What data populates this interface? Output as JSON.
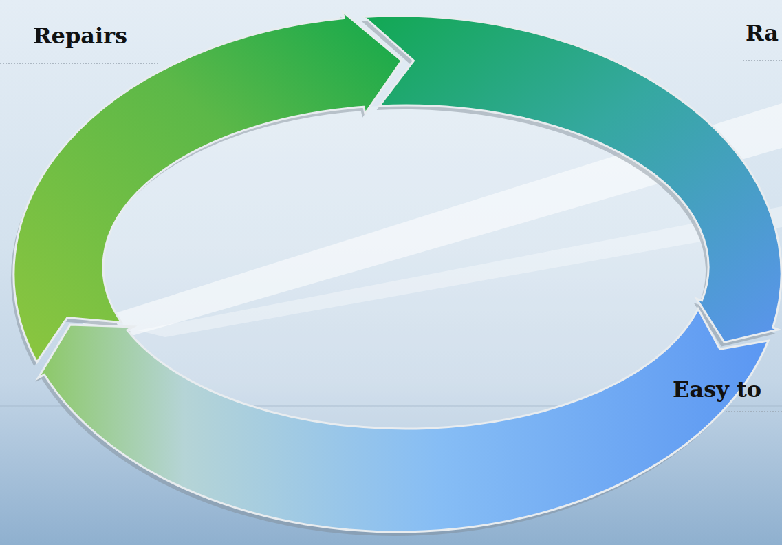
{
  "diagram": {
    "labels": [
      "Repairs",
      "Ra",
      "Easy to"
    ]
  }
}
